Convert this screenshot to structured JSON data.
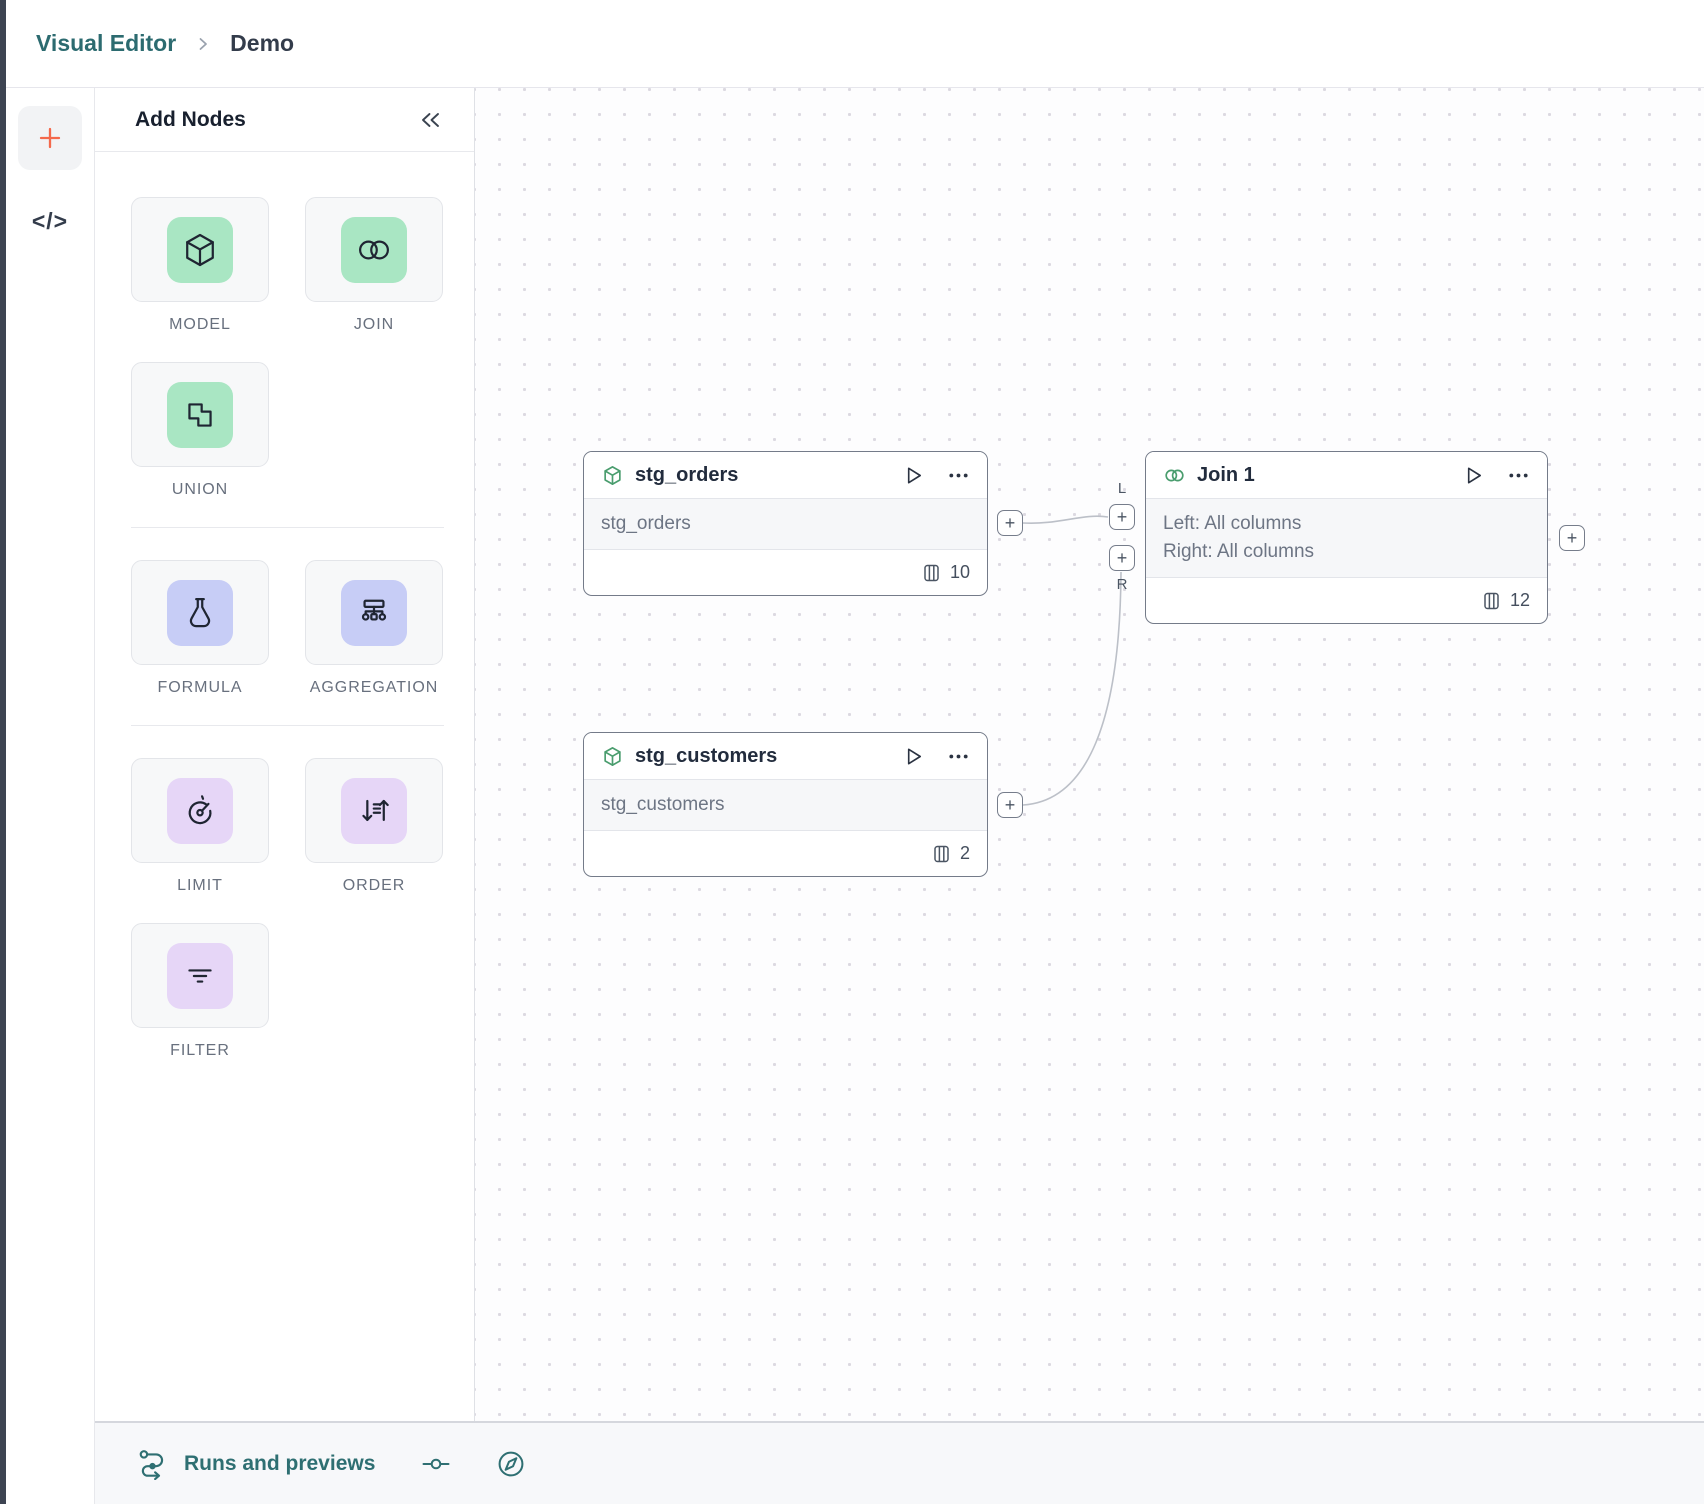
{
  "breadcrumb": {
    "root": "Visual Editor",
    "current": "Demo"
  },
  "rail": {
    "code_icon": "</>"
  },
  "panel": {
    "title": "Add Nodes",
    "groups": [
      [
        {
          "label": "MODEL"
        },
        {
          "label": "JOIN"
        },
        {
          "label": "UNION"
        }
      ],
      [
        {
          "label": "FORMULA"
        },
        {
          "label": "AGGREGATION"
        }
      ],
      [
        {
          "label": "LIMIT"
        },
        {
          "label": "ORDER"
        },
        {
          "label": "FILTER"
        }
      ]
    ]
  },
  "canvas": {
    "nodes": [
      {
        "title": "stg_orders",
        "body_lines": [
          "stg_orders"
        ],
        "column_count": "10"
      },
      {
        "title": "Join 1",
        "body_lines": [
          "Left: All columns",
          "Right: All columns"
        ],
        "column_count": "12"
      },
      {
        "title": "stg_customers",
        "body_lines": [
          "stg_customers"
        ],
        "column_count": "2"
      }
    ],
    "port_plus": "+",
    "port_labels": {
      "left": "L",
      "right": "R"
    }
  },
  "statusbar": {
    "runs_label": "Runs and previews"
  },
  "colors": {
    "brand_teal": "#2c6b70",
    "accent_orange": "#f4694c",
    "tile_green": "#a9e6c3",
    "tile_blue": "#c7cdf6",
    "tile_purple": "#e6d6f7",
    "node_icon_green": "#4a9d6e"
  }
}
